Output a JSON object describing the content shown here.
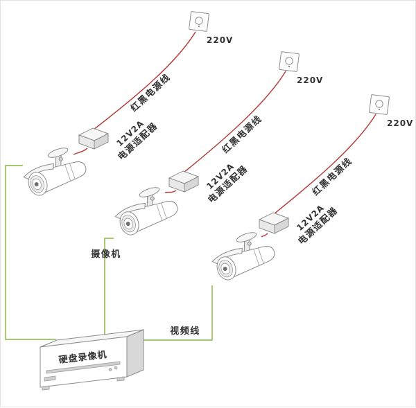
{
  "diagram": {
    "type": "cctv-wiring-diagram",
    "colors": {
      "power_line": "#b5403c",
      "video_line": "#9cc15a",
      "outline": "#8c8c8c",
      "text": "#333333"
    },
    "outlets": [
      {
        "voltage": "220V"
      },
      {
        "voltage": "220V"
      },
      {
        "voltage": "220V"
      }
    ],
    "power_cables": [
      {
        "label": "红黑电源线"
      },
      {
        "label": "红黑电源线"
      },
      {
        "label": "红黑电源线"
      }
    ],
    "adapters": [
      {
        "spec": "12V2A",
        "name": "电源适配器"
      },
      {
        "spec": "12V2A",
        "name": "电源适配器"
      },
      {
        "spec": "12V2A",
        "name": "电源适配器"
      }
    ],
    "camera_label": "摄像机",
    "video_cable_label": "视频线",
    "dvr_label": "硬盘录像机"
  }
}
